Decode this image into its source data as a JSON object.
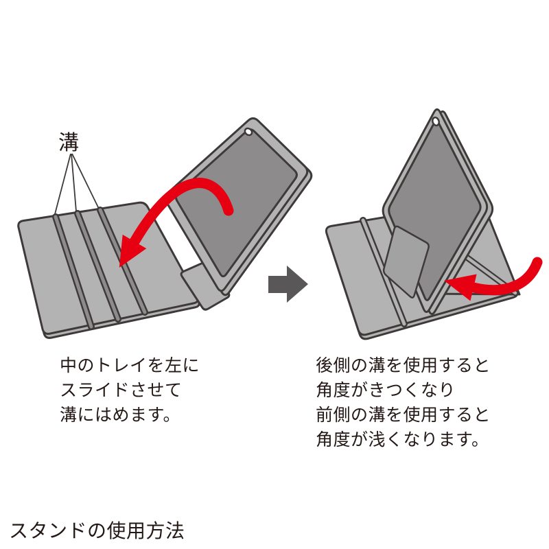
{
  "labels": {
    "groove": "溝"
  },
  "captions": {
    "left_lines": [
      "中のトレイを左に",
      "スライドさせて",
      "溝にはめます。"
    ],
    "right_lines": [
      "後側の溝を使用すると",
      "角度がきつくなり",
      "前側の溝を使用すると",
      "角度が浅くなります。"
    ]
  },
  "footer": {
    "title": "スタンドの使用方法"
  },
  "icons": {
    "slide_arrow": "curved-red-arrow-left",
    "stand_arrow": "curved-red-arrow-left",
    "step_arrow": "gray-right-arrow",
    "camera_hole": "camera-hole-circle"
  },
  "colors": {
    "outline": "#3e3a39",
    "case_light": "#b4b3b4",
    "case_shadow": "#a19fa0",
    "recess_dark": "#8e8b8c",
    "tray_patch": "#a3a2a3",
    "arrow_red": "#e60012",
    "arrow_gray": "#595757",
    "text": "#231815",
    "background": "#ffffff"
  }
}
